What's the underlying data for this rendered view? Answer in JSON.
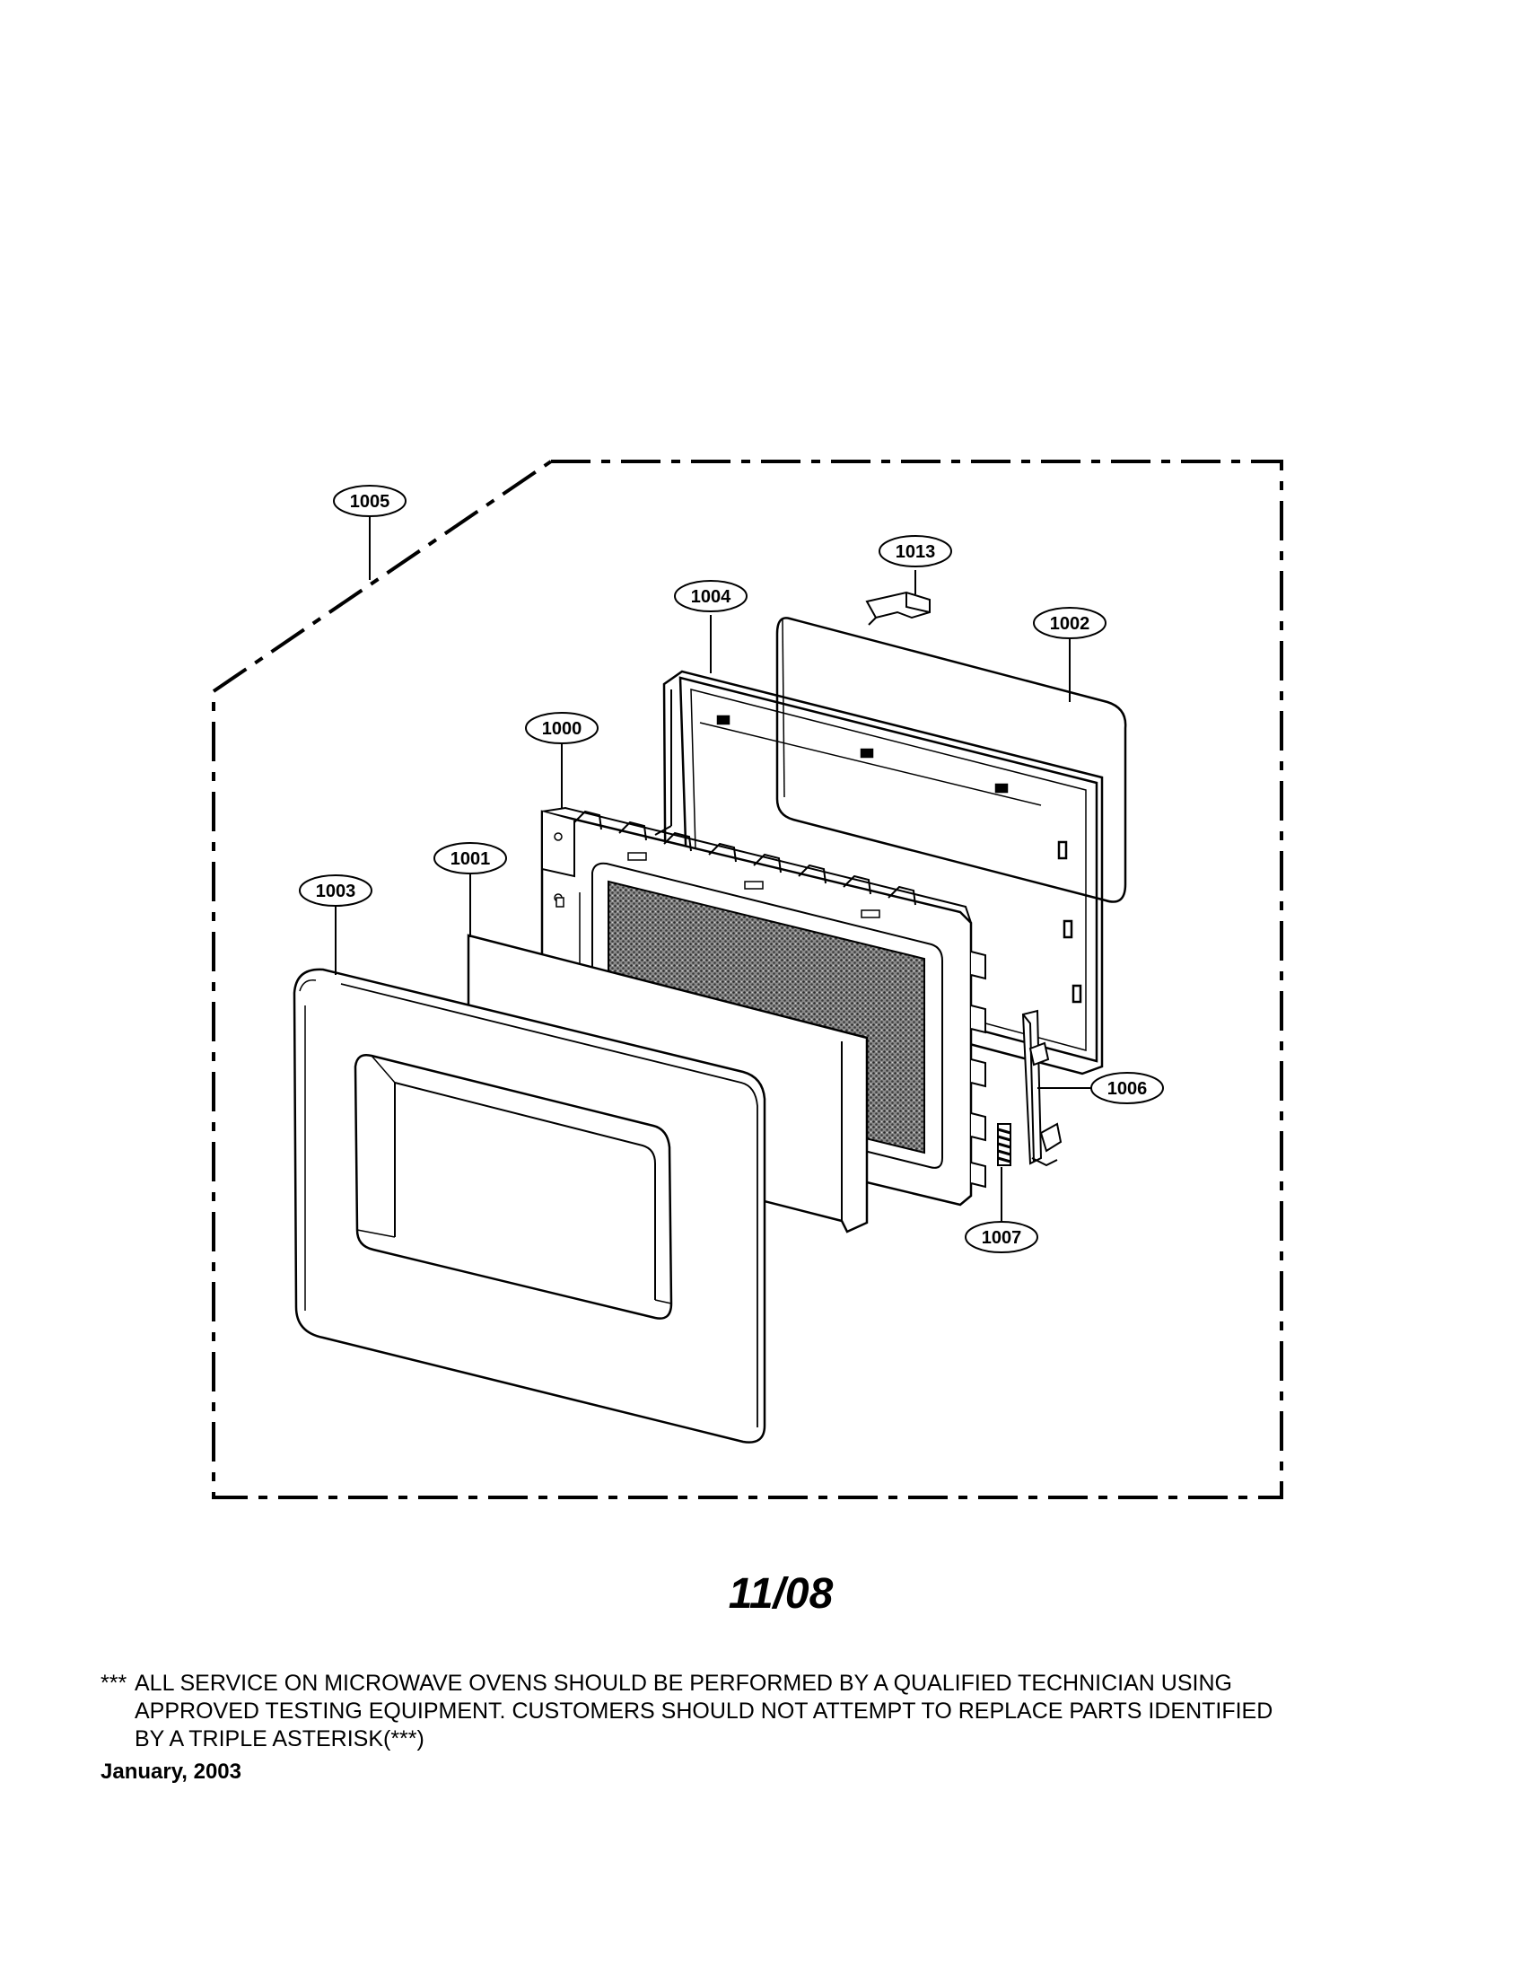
{
  "callouts": [
    {
      "id": "callout-1005",
      "label": "1005"
    },
    {
      "id": "callout-1013",
      "label": "1013"
    },
    {
      "id": "callout-1004",
      "label": "1004"
    },
    {
      "id": "callout-1002",
      "label": "1002"
    },
    {
      "id": "callout-1000",
      "label": "1000"
    },
    {
      "id": "callout-1001",
      "label": "1001"
    },
    {
      "id": "callout-1003",
      "label": "1003"
    },
    {
      "id": "callout-1006",
      "label": "1006"
    },
    {
      "id": "callout-1007",
      "label": "1007"
    }
  ],
  "page_number": "11/08",
  "notice": {
    "marker": "***",
    "lines": [
      "ALL SERVICE ON MICROWAVE OVENS SHOULD BE PERFORMED BY A QUALIFIED TECHNICIAN USING",
      "APPROVED TESTING EQUIPMENT. CUSTOMERS SHOULD NOT ATTEMPT TO REPLACE PARTS IDENTIFIED",
      "BY A TRIPLE ASTERISK(***)"
    ]
  },
  "date": "January, 2003",
  "colors": {
    "ink": "#000000",
    "paper": "#ffffff",
    "mesh": "#5a5a5a"
  }
}
